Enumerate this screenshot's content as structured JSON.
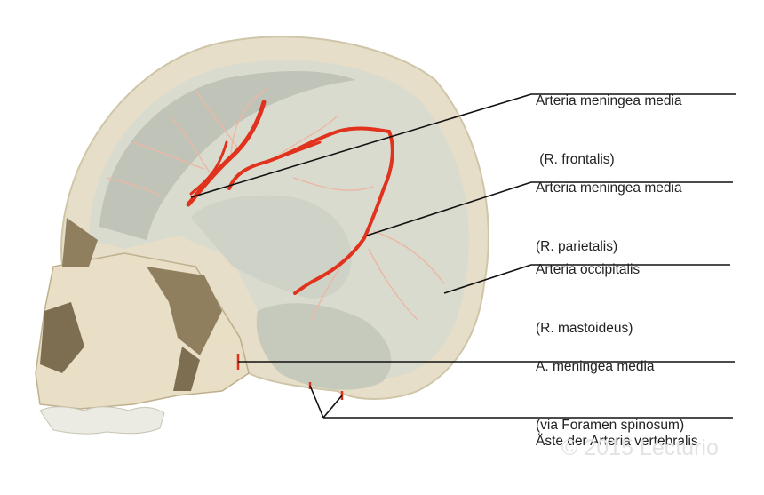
{
  "labels": [
    {
      "line1": "Arteria meningea media",
      "line2": " (R. frontalis)"
    },
    {
      "line1": "Arteria meningea media",
      "line2": "(R. parietalis)"
    },
    {
      "line1": "Arteria occipitalis",
      "line2": "(R. mastoideus)"
    },
    {
      "line1": "A. meningea media",
      "line2": "(via Foramen spinosum)"
    },
    {
      "line1": "Äste der Arteria vertebralis",
      "line2": ""
    }
  ],
  "copyright": "© 2015 Lecturio",
  "colors": {
    "artery": "#e0321c",
    "artery_faint": "#eab9a6",
    "bone": "#e9e1cc",
    "bone_dark": "#9a8a6a",
    "cranial_cavity": "#d9dace",
    "leader": "#111111"
  }
}
